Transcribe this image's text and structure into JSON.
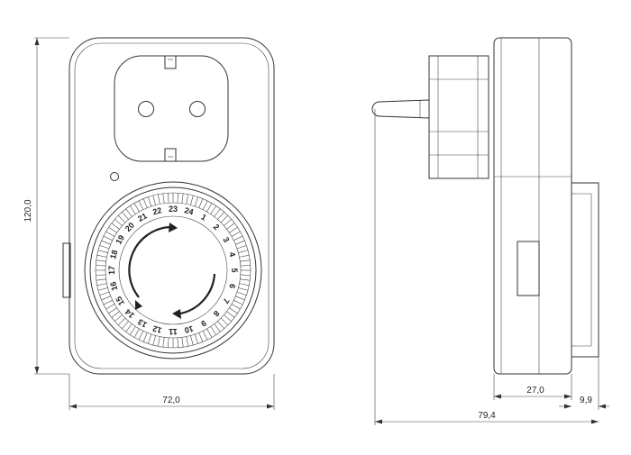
{
  "dimensions": {
    "front_width": "72,0",
    "front_height": "120,0",
    "side_depth_total": "79,4",
    "side_body_depth": "27,0",
    "side_dial_depth": "9,9"
  },
  "dial": {
    "hours": [
      "24",
      "1",
      "2",
      "3",
      "4",
      "5",
      "6",
      "7",
      "8",
      "9",
      "10",
      "11",
      "12",
      "13",
      "14",
      "15",
      "16",
      "17",
      "18",
      "19",
      "20",
      "21",
      "22",
      "23"
    ]
  },
  "colors": {
    "line": "#333333",
    "background": "#ffffff"
  },
  "icons": [
    "rotation-arrow-icon",
    "pointer-triangle-icon",
    "led-indicator-icon"
  ]
}
